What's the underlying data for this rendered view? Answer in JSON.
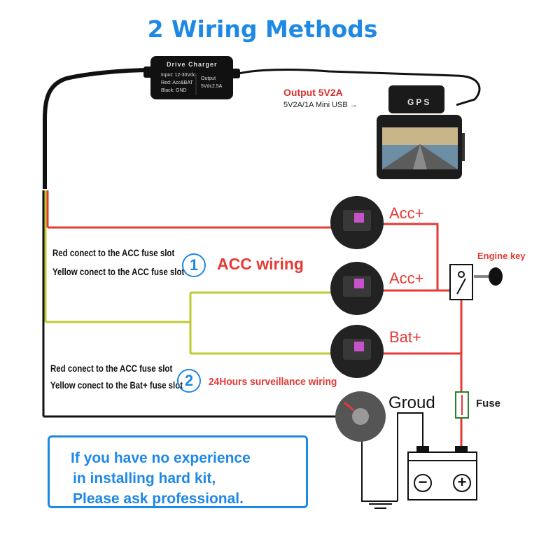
{
  "title": "2 Wiring Methods",
  "charger": {
    "name": "Drive Charger",
    "input": "Input: 12-30Vdc",
    "red": "Red: Acc&BAT",
    "black": "Black: GND",
    "output_label": "Output",
    "output_value": "5Vdc2.5A"
  },
  "output": {
    "title": "Output 5V2A",
    "subtitle": "5V2A/1A Mini USB →"
  },
  "camera": {
    "badge": "GPS"
  },
  "fuse_labels": {
    "acc1": "Acc+",
    "acc2": "Acc+",
    "bat": "Bat+",
    "ground": "Groud"
  },
  "method1": {
    "number": "1",
    "line1": "Red conect to the ACC fuse slot",
    "line2": "Yellow conect to the ACC fuse slot",
    "name": "ACC wiring"
  },
  "method2": {
    "number": "2",
    "line1": "Red conect to the ACC fuse slot",
    "line2": "Yellow conect to the Bat+ fuse slot",
    "name": "24Hours surveillance wiring"
  },
  "engine_key": "Engine key",
  "fuse": "Fuse",
  "battery": {
    "minus": "−",
    "plus": "+"
  },
  "notice": {
    "line1": "If you have no experience",
    "line2": "in installing hard kit,",
    "line3": "Please ask professional."
  },
  "colors": {
    "title_blue": "#1e88e5",
    "red_wire": "#e53935",
    "yellow_wire": "#c0ca33",
    "black_wire": "#111111",
    "fuse_green": "#2e7d32"
  }
}
